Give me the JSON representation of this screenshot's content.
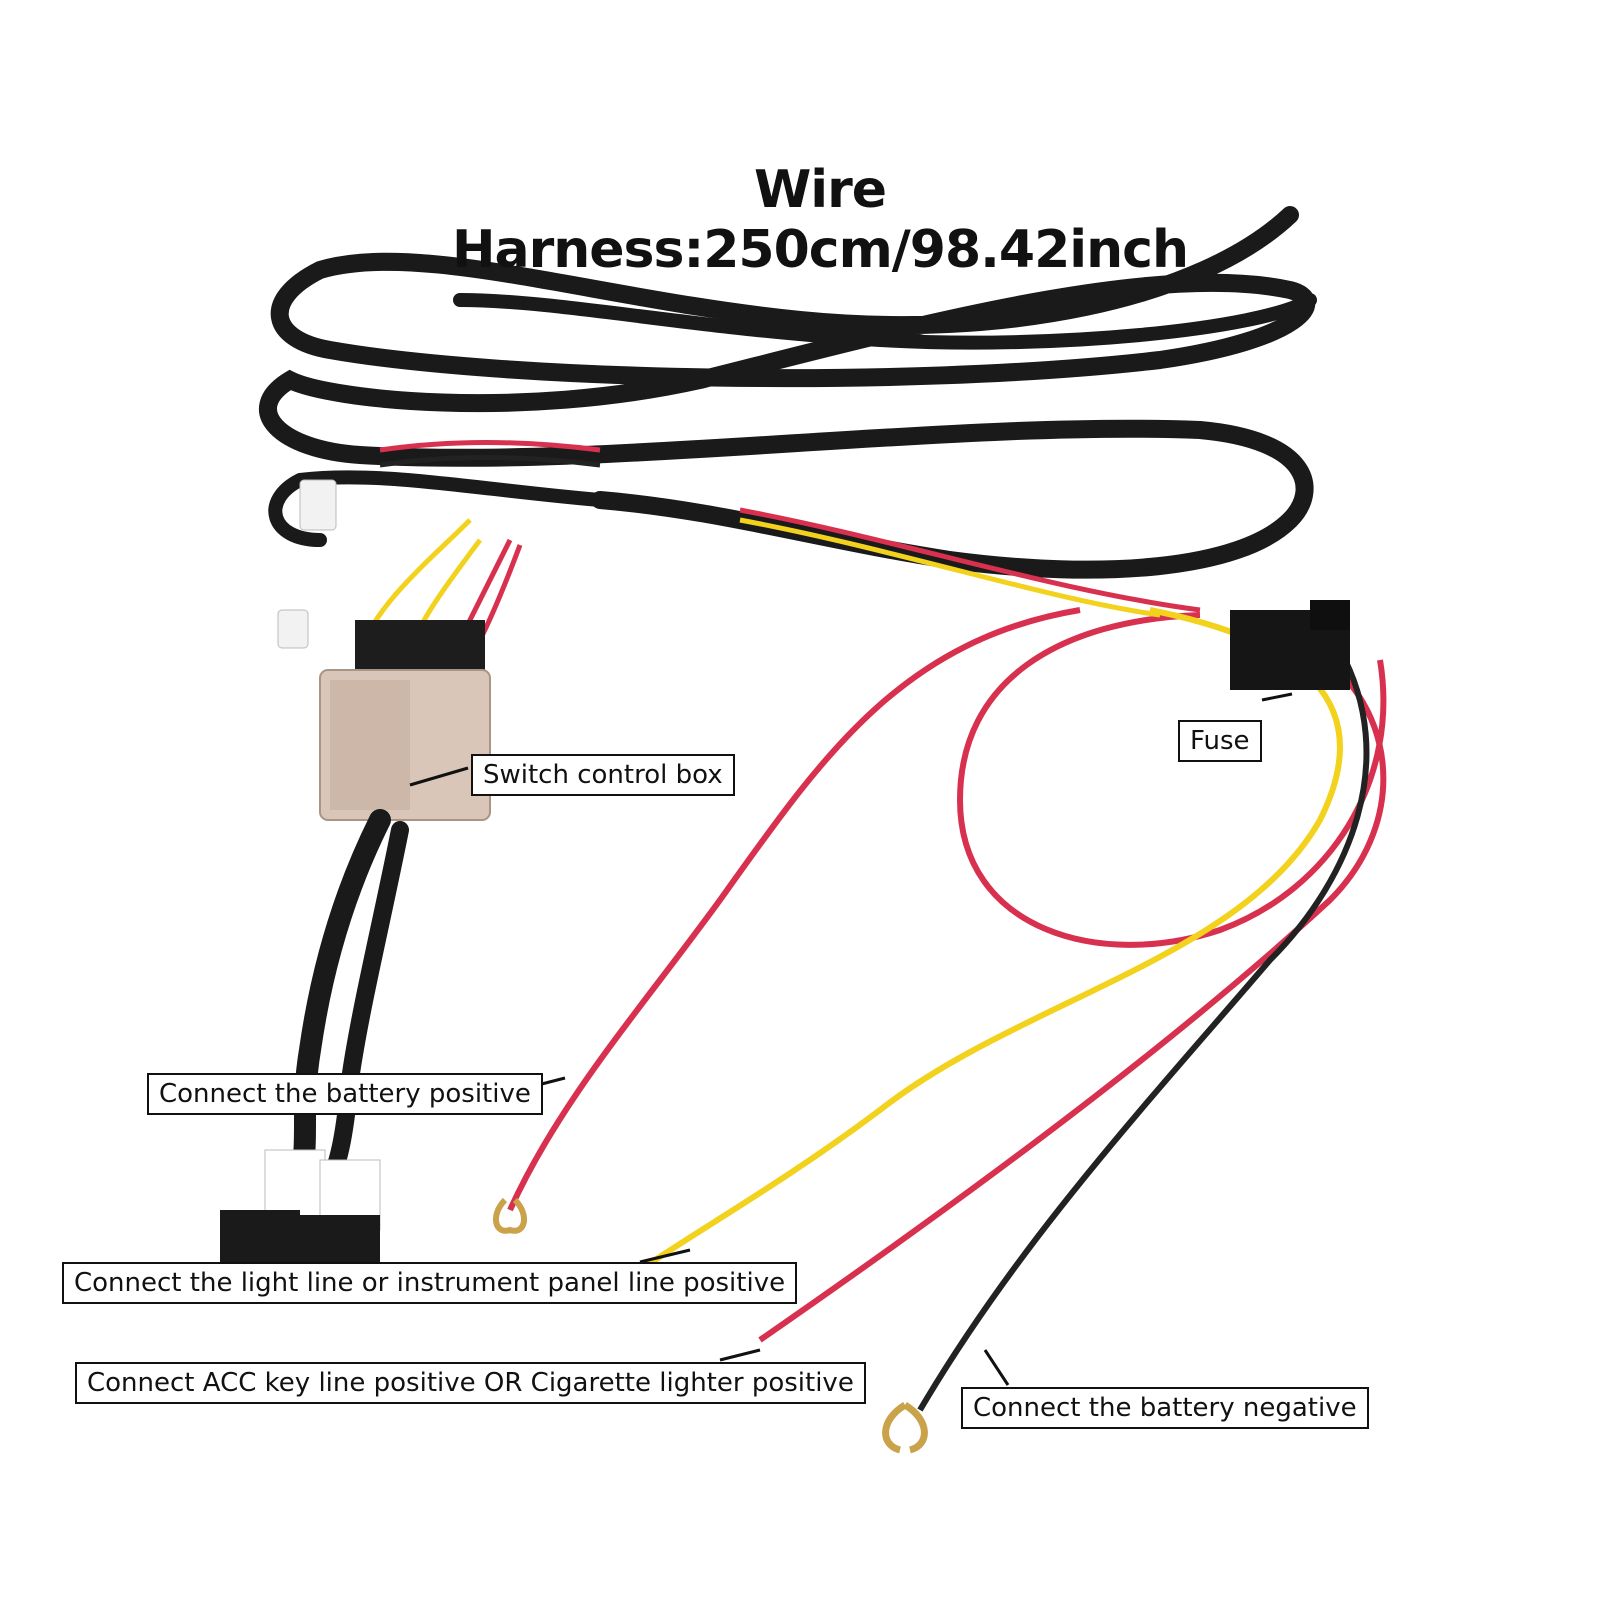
{
  "title": "Wire Harness:250cm/98.42inch",
  "labels": {
    "fuse": "Fuse",
    "switch_box": "Switch control box",
    "battery_positive": "Connect the battery positive",
    "light_line": "Connect the light line or instrument panel line positive",
    "acc_line": "Connect ACC key line positive OR Cigarette lighter positive",
    "battery_negative": "Connect the battery negative"
  },
  "colors": {
    "sleeve": "#1a1a1a",
    "red_wire": "#d8314f",
    "yellow_wire": "#f2d21c",
    "black_wire": "#222222",
    "housing": "#d9c6b8",
    "terminal": "#c9a24a"
  }
}
